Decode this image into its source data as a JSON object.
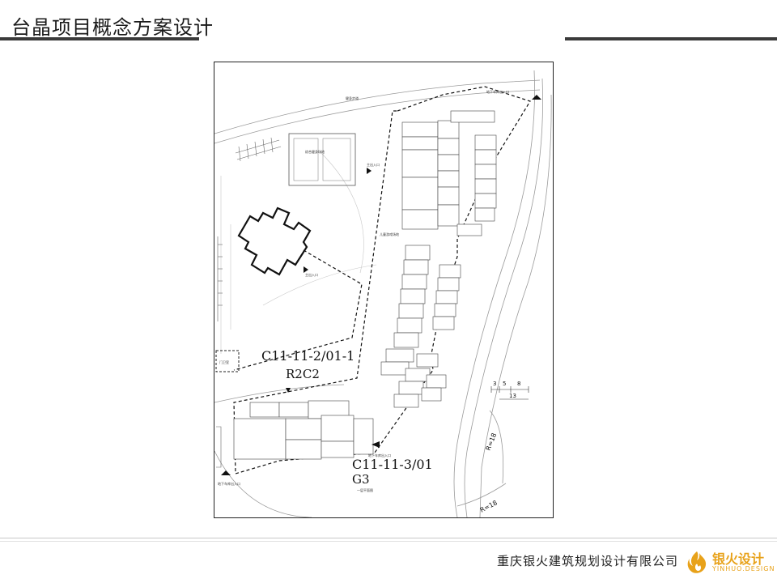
{
  "header": {
    "title": "台晶项目概念方案设计"
  },
  "plan": {
    "parcel_north": {
      "code": "C11-11-2/01-1",
      "landuse": "R2C2"
    },
    "parcel_south": {
      "code": "C11-11-3/01",
      "landuse": "G3"
    },
    "dimension_labels": [
      "3",
      "5",
      "8",
      "13"
    ],
    "radius_label_1": "R=18",
    "radius_label_2": "R=18",
    "annotations": {
      "underground_entry_top": "地下车库出入口",
      "underground_entry_bottom_left": "地下车库出入口",
      "underground_entry_bottom": "地下车库出入口",
      "main_entry_1": "主出入口",
      "main_entry_2": "主出入口",
      "sports_field": "综合健身场地",
      "children_play": "儿童游戏场地",
      "floor_plan_title": "一层平面图",
      "walkway": "健身步道",
      "guard": "门卫室"
    }
  },
  "footer": {
    "company": "重庆银火建筑规划设计有限公司",
    "logo_cn": "银火设计",
    "logo_en": "YINHUO.DESIGN"
  },
  "colors": {
    "brand": "#e8a21a",
    "rule": "#3a3a3a"
  }
}
